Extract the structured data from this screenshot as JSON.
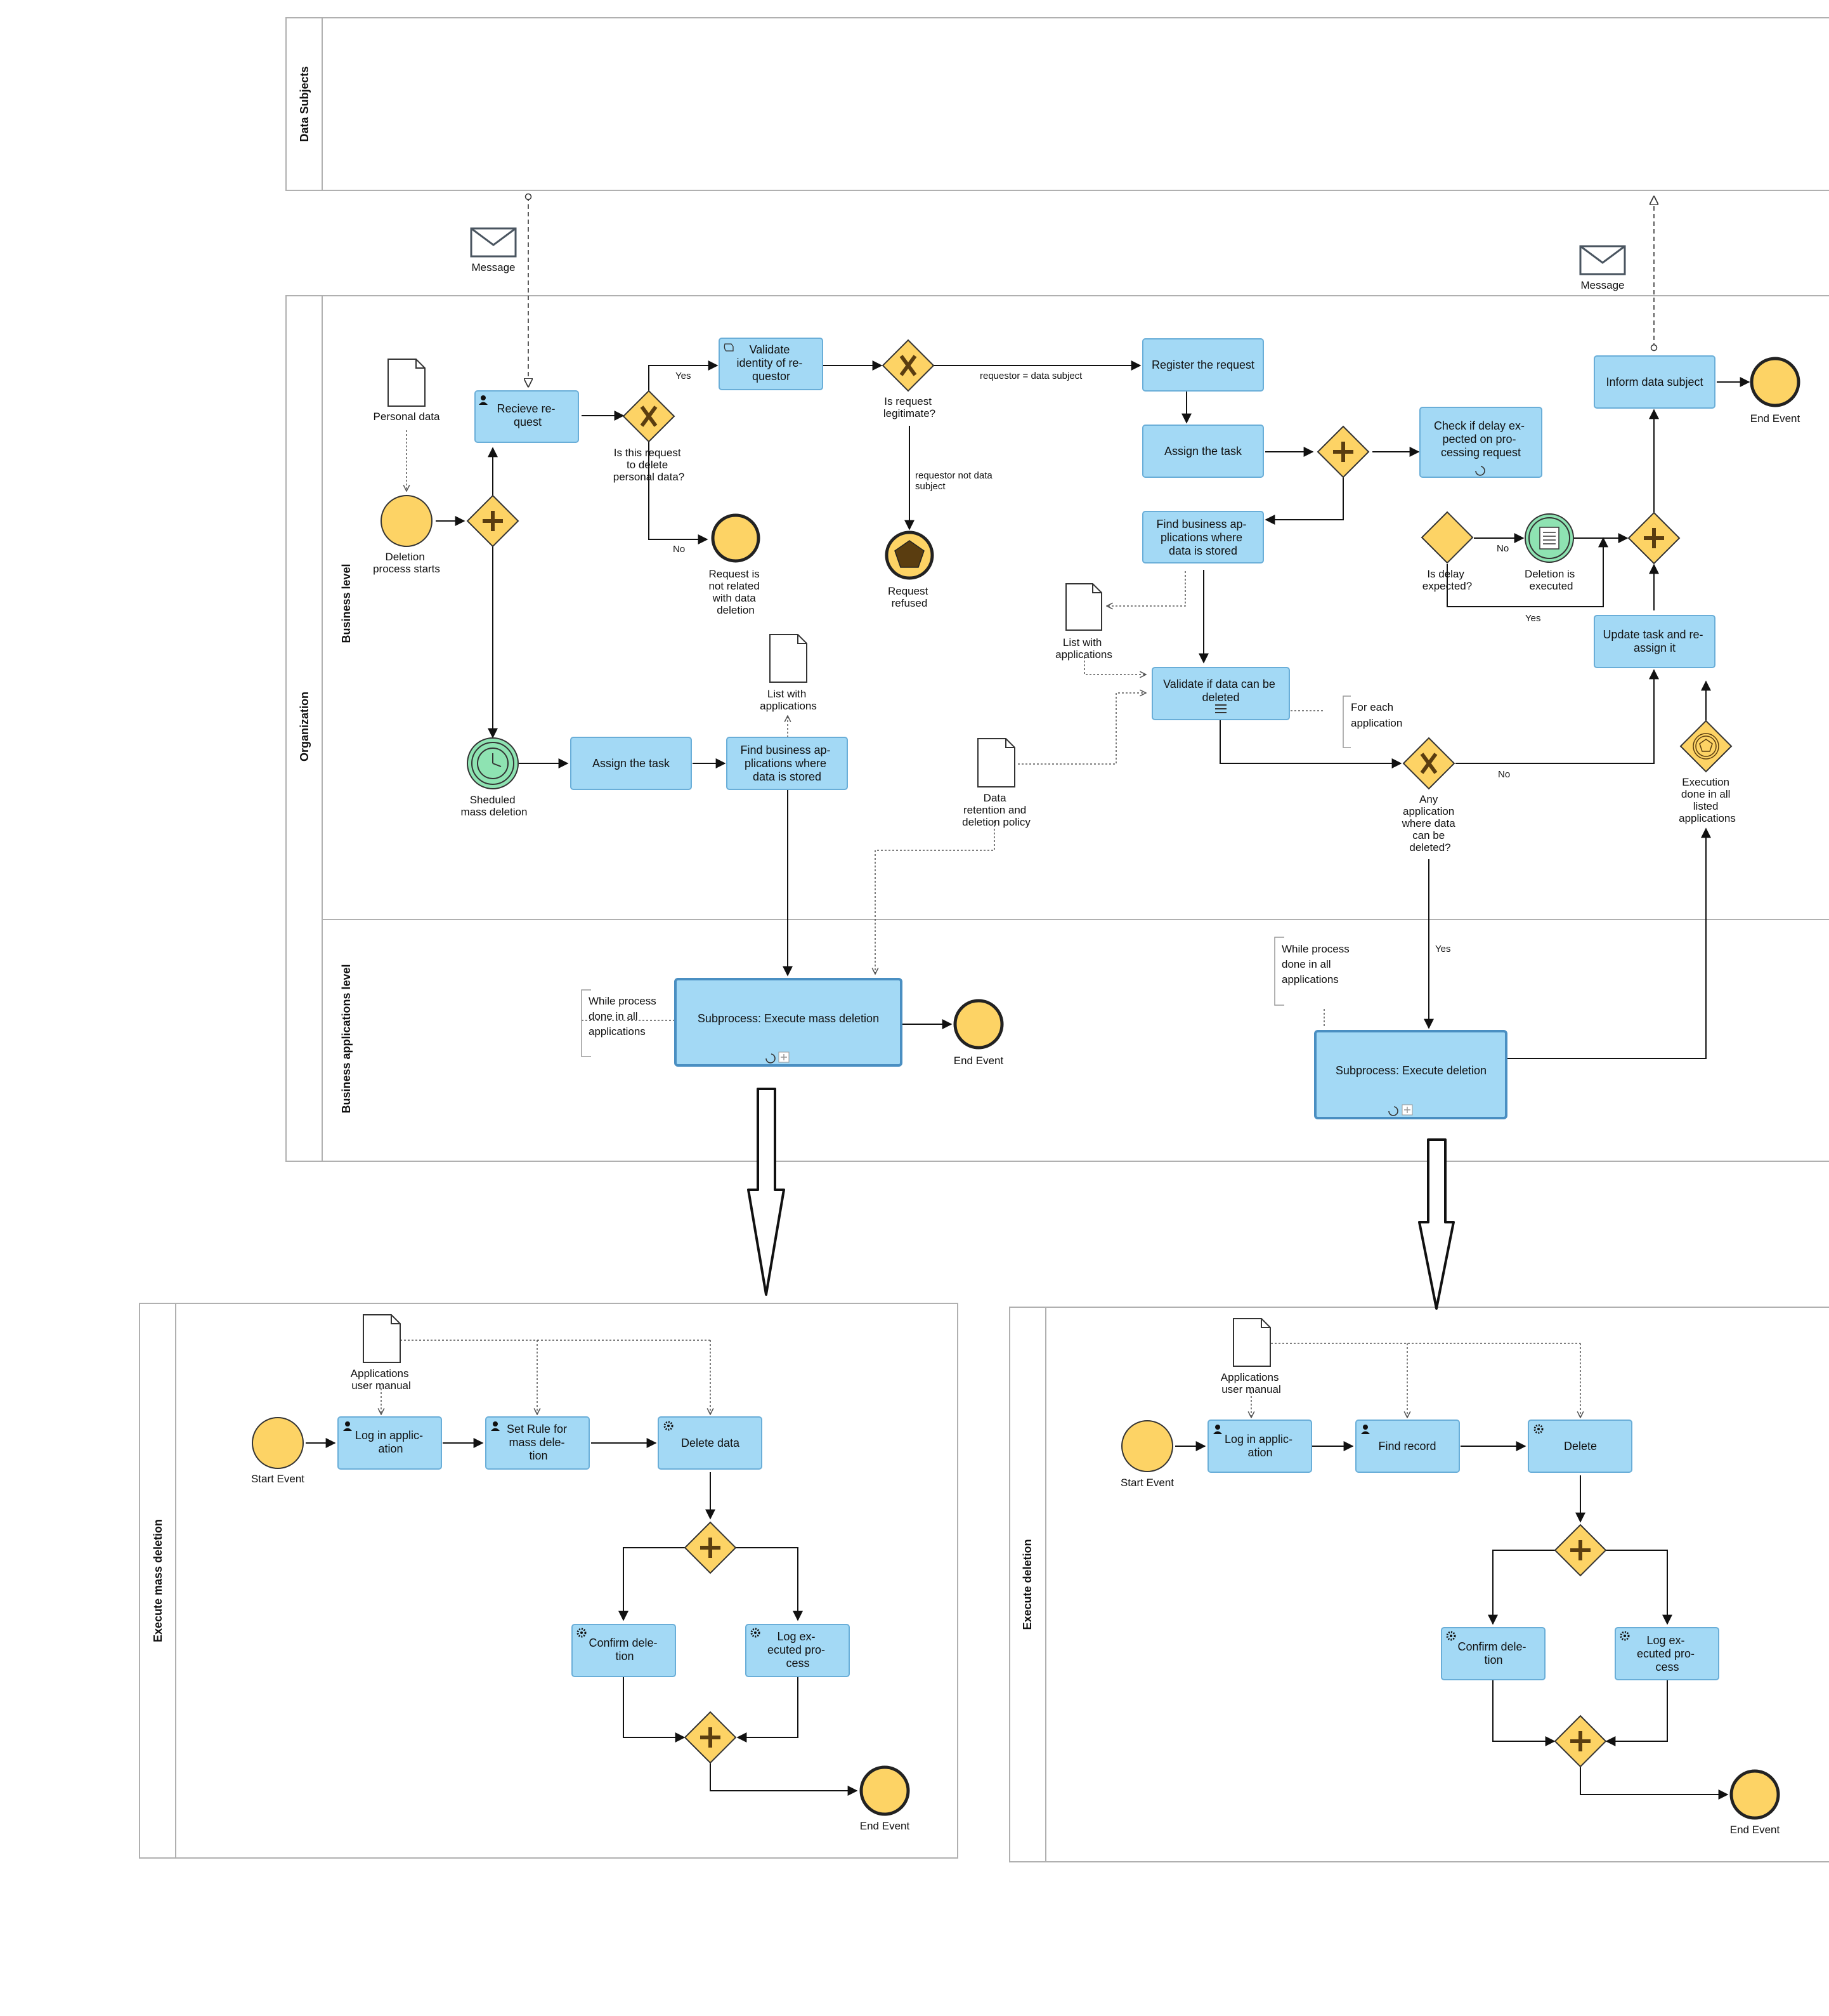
{
  "pools": {
    "data_subjects": "Data Subjects",
    "organization": "Organization",
    "business_level": "Business level",
    "apps_level": "Business applications level",
    "exec_mass": "Execute mass deletion",
    "exec_del": "Execute deletion"
  },
  "messages": {
    "left": "Message",
    "right": "Message"
  },
  "nodes": {
    "personal_data": "Personal data",
    "start_deletion": [
      "Deletion",
      "process starts"
    ],
    "receive_request": [
      "Recieve re-",
      "quest"
    ],
    "is_delete_gw": [
      "Is this request",
      "to delete",
      "personal data?"
    ],
    "validate_identity": [
      "Validate",
      "identity of re-",
      "questor"
    ],
    "is_legit_gw": [
      "Is request",
      "legitimate?"
    ],
    "not_related_end": [
      "Request is",
      "not related",
      "with data",
      "deletion"
    ],
    "refused_end": [
      "Request",
      "refused"
    ],
    "register_request": "Register the request",
    "assign_task_top": "Assign the task",
    "check_delay": [
      "Check if delay ex-",
      "pected on pro-",
      "cessing request"
    ],
    "is_delay_gw": [
      "Is delay",
      "expected?"
    ],
    "deletion_executed": [
      "Deletion is",
      "executed"
    ],
    "inform_subject": "Inform data subject",
    "end_top": "End Event",
    "find_apps_top": [
      "Find business ap-",
      "plications where",
      "data is stored"
    ],
    "list_apps_top": [
      "List with",
      "applications"
    ],
    "validate_delete": [
      "Validate if data can be",
      "deleted"
    ],
    "for_each": [
      "For each",
      "application"
    ],
    "update_task": [
      "Update task and re-",
      "assign it"
    ],
    "execution_done": [
      "Execution",
      "done in all",
      "listed",
      "applications"
    ],
    "any_app_gw": [
      "Any",
      "application",
      "where data",
      "can be",
      "deleted?"
    ],
    "data_policy": [
      "Data",
      "retention and",
      "deletion policy"
    ],
    "scheduled": [
      "Sheduled",
      "mass deletion"
    ],
    "assign_task_bottom": "Assign the task",
    "find_apps_bottom": [
      "Find business ap-",
      "plications where",
      "data is stored"
    ],
    "list_apps_bottom": [
      "List with",
      "applications"
    ],
    "while_left": [
      "While process",
      "done in all",
      "applications"
    ],
    "sub_mass": "Subprocess: Execute mass deletion",
    "end_mid": "End Event",
    "while_right": [
      "While process",
      "done in all",
      "applications"
    ],
    "sub_del": "Subprocess: Execute deletion"
  },
  "edge_labels": {
    "yes_top": "Yes",
    "no_top": "No",
    "data_subject_eq": "requestor = data subject",
    "not_subject": [
      "requestor not data",
      "subject"
    ],
    "no_delay": "No",
    "yes_delay": "Yes",
    "no_app": "No",
    "yes_app": "Yes"
  },
  "mass_sub": {
    "manual": [
      "Applications",
      "user manual"
    ],
    "start": "Start Event",
    "login": [
      "Log in applic-",
      "ation"
    ],
    "set_rule": [
      "Set Rule for",
      "mass dele-",
      "tion"
    ],
    "delete": "Delete data",
    "confirm": [
      "Confirm dele-",
      "tion"
    ],
    "log": [
      "Log ex-",
      "ecuted pro-",
      "cess"
    ],
    "end": "End Event"
  },
  "del_sub": {
    "manual": [
      "Applications",
      "user manual"
    ],
    "start": "Start Event",
    "login": [
      "Log in applic-",
      "ation"
    ],
    "find_record": "Find record",
    "delete": "Delete",
    "confirm": [
      "Confirm dele-",
      "tion"
    ],
    "log": [
      "Log ex-",
      "ecuted pro-",
      "cess"
    ],
    "end": "End Event"
  },
  "colors": {
    "task_fill": "#a3d9f5",
    "task_stroke": "#6aaed8",
    "event_fill": "#fdd365",
    "gateway_fill": "#fdd365",
    "timer_fill": "#8ee3b2",
    "lane_stroke": "#b0b0b0"
  }
}
